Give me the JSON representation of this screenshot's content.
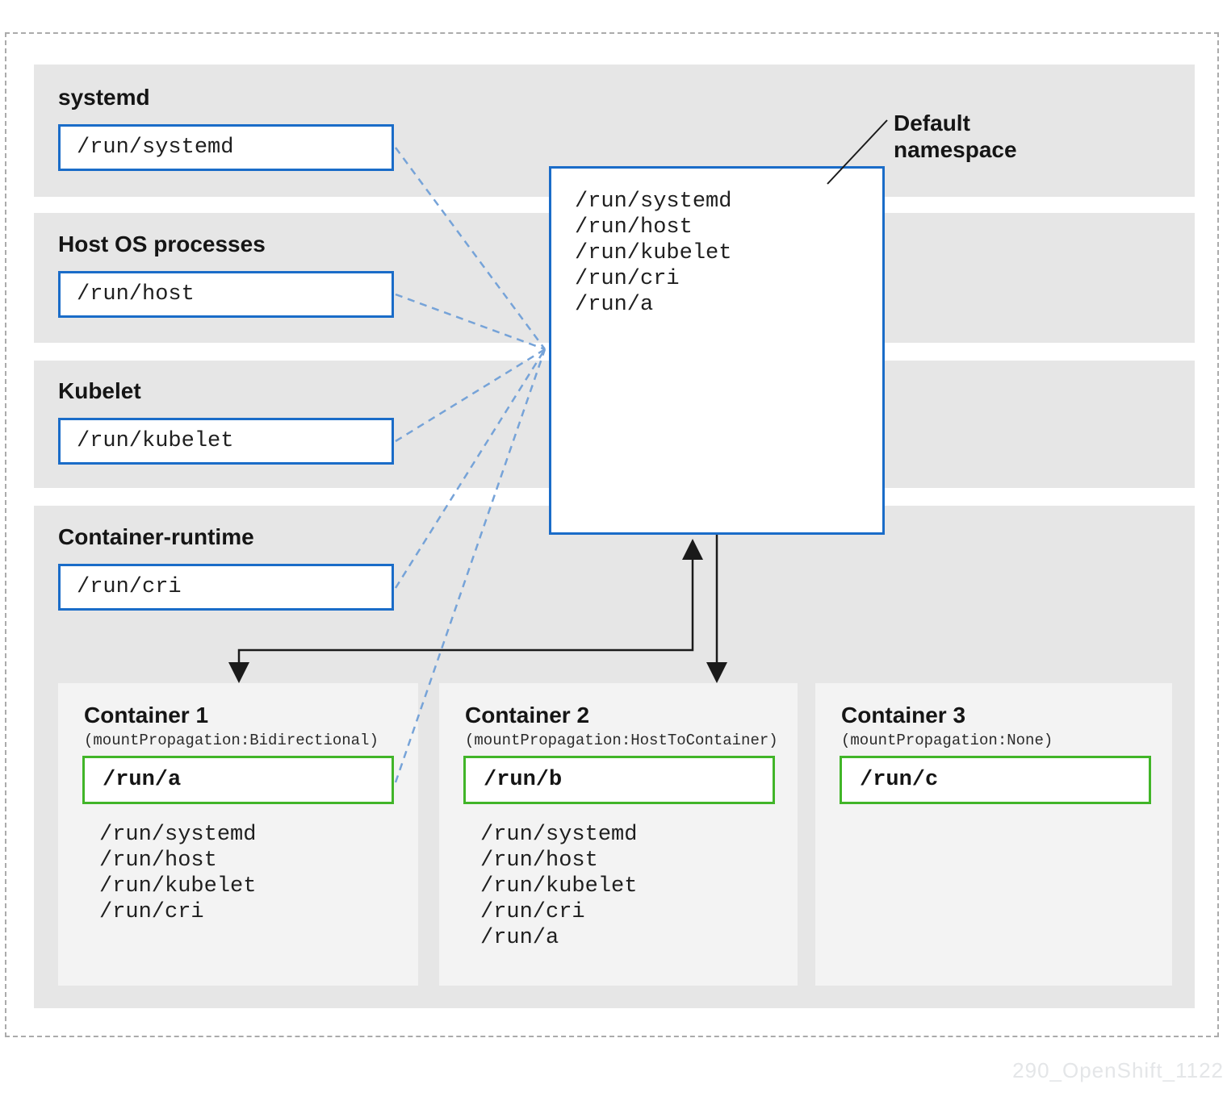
{
  "colors": {
    "band_gray": "#e6e6e6",
    "card_gray": "#f3f3f3",
    "box_border_blue": "#1a6cc8",
    "dashed_line_blue": "#76a3d8",
    "volume_border_green": "#41b528",
    "arrow_black": "#1a1a1a",
    "frame_dash_gray": "#ababab",
    "watermark_gray": "#e4e6e8"
  },
  "annotation": {
    "default_namespace_label": "Default namespace"
  },
  "default_namespace": {
    "mounts": [
      "/run/systemd",
      "/run/host",
      "/run/kubelet",
      "/run/cri",
      "/run/a"
    ]
  },
  "host_rows": [
    {
      "label": "systemd",
      "path": "/run/systemd"
    },
    {
      "label": "Host OS processes",
      "path": "/run/host"
    },
    {
      "label": "Kubelet",
      "path": "/run/kubelet"
    },
    {
      "label": "Container-runtime",
      "path": "/run/cri"
    }
  ],
  "containers": [
    {
      "title": "Container 1",
      "propagation": "(mountPropagation:Bidirectional)",
      "volume": "/run/a",
      "mounts": [
        "/run/systemd",
        "/run/host",
        "/run/kubelet",
        "/run/cri"
      ]
    },
    {
      "title": "Container 2",
      "propagation": "(mountPropagation:HostToContainer)",
      "volume": "/run/b",
      "mounts": [
        "/run/systemd",
        "/run/host",
        "/run/kubelet",
        "/run/cri",
        "/run/a"
      ]
    },
    {
      "title": "Container 3",
      "propagation": "(mountPropagation:None)",
      "volume": "/run/c",
      "mounts": []
    }
  ],
  "watermark": "290_OpenShift_1122"
}
